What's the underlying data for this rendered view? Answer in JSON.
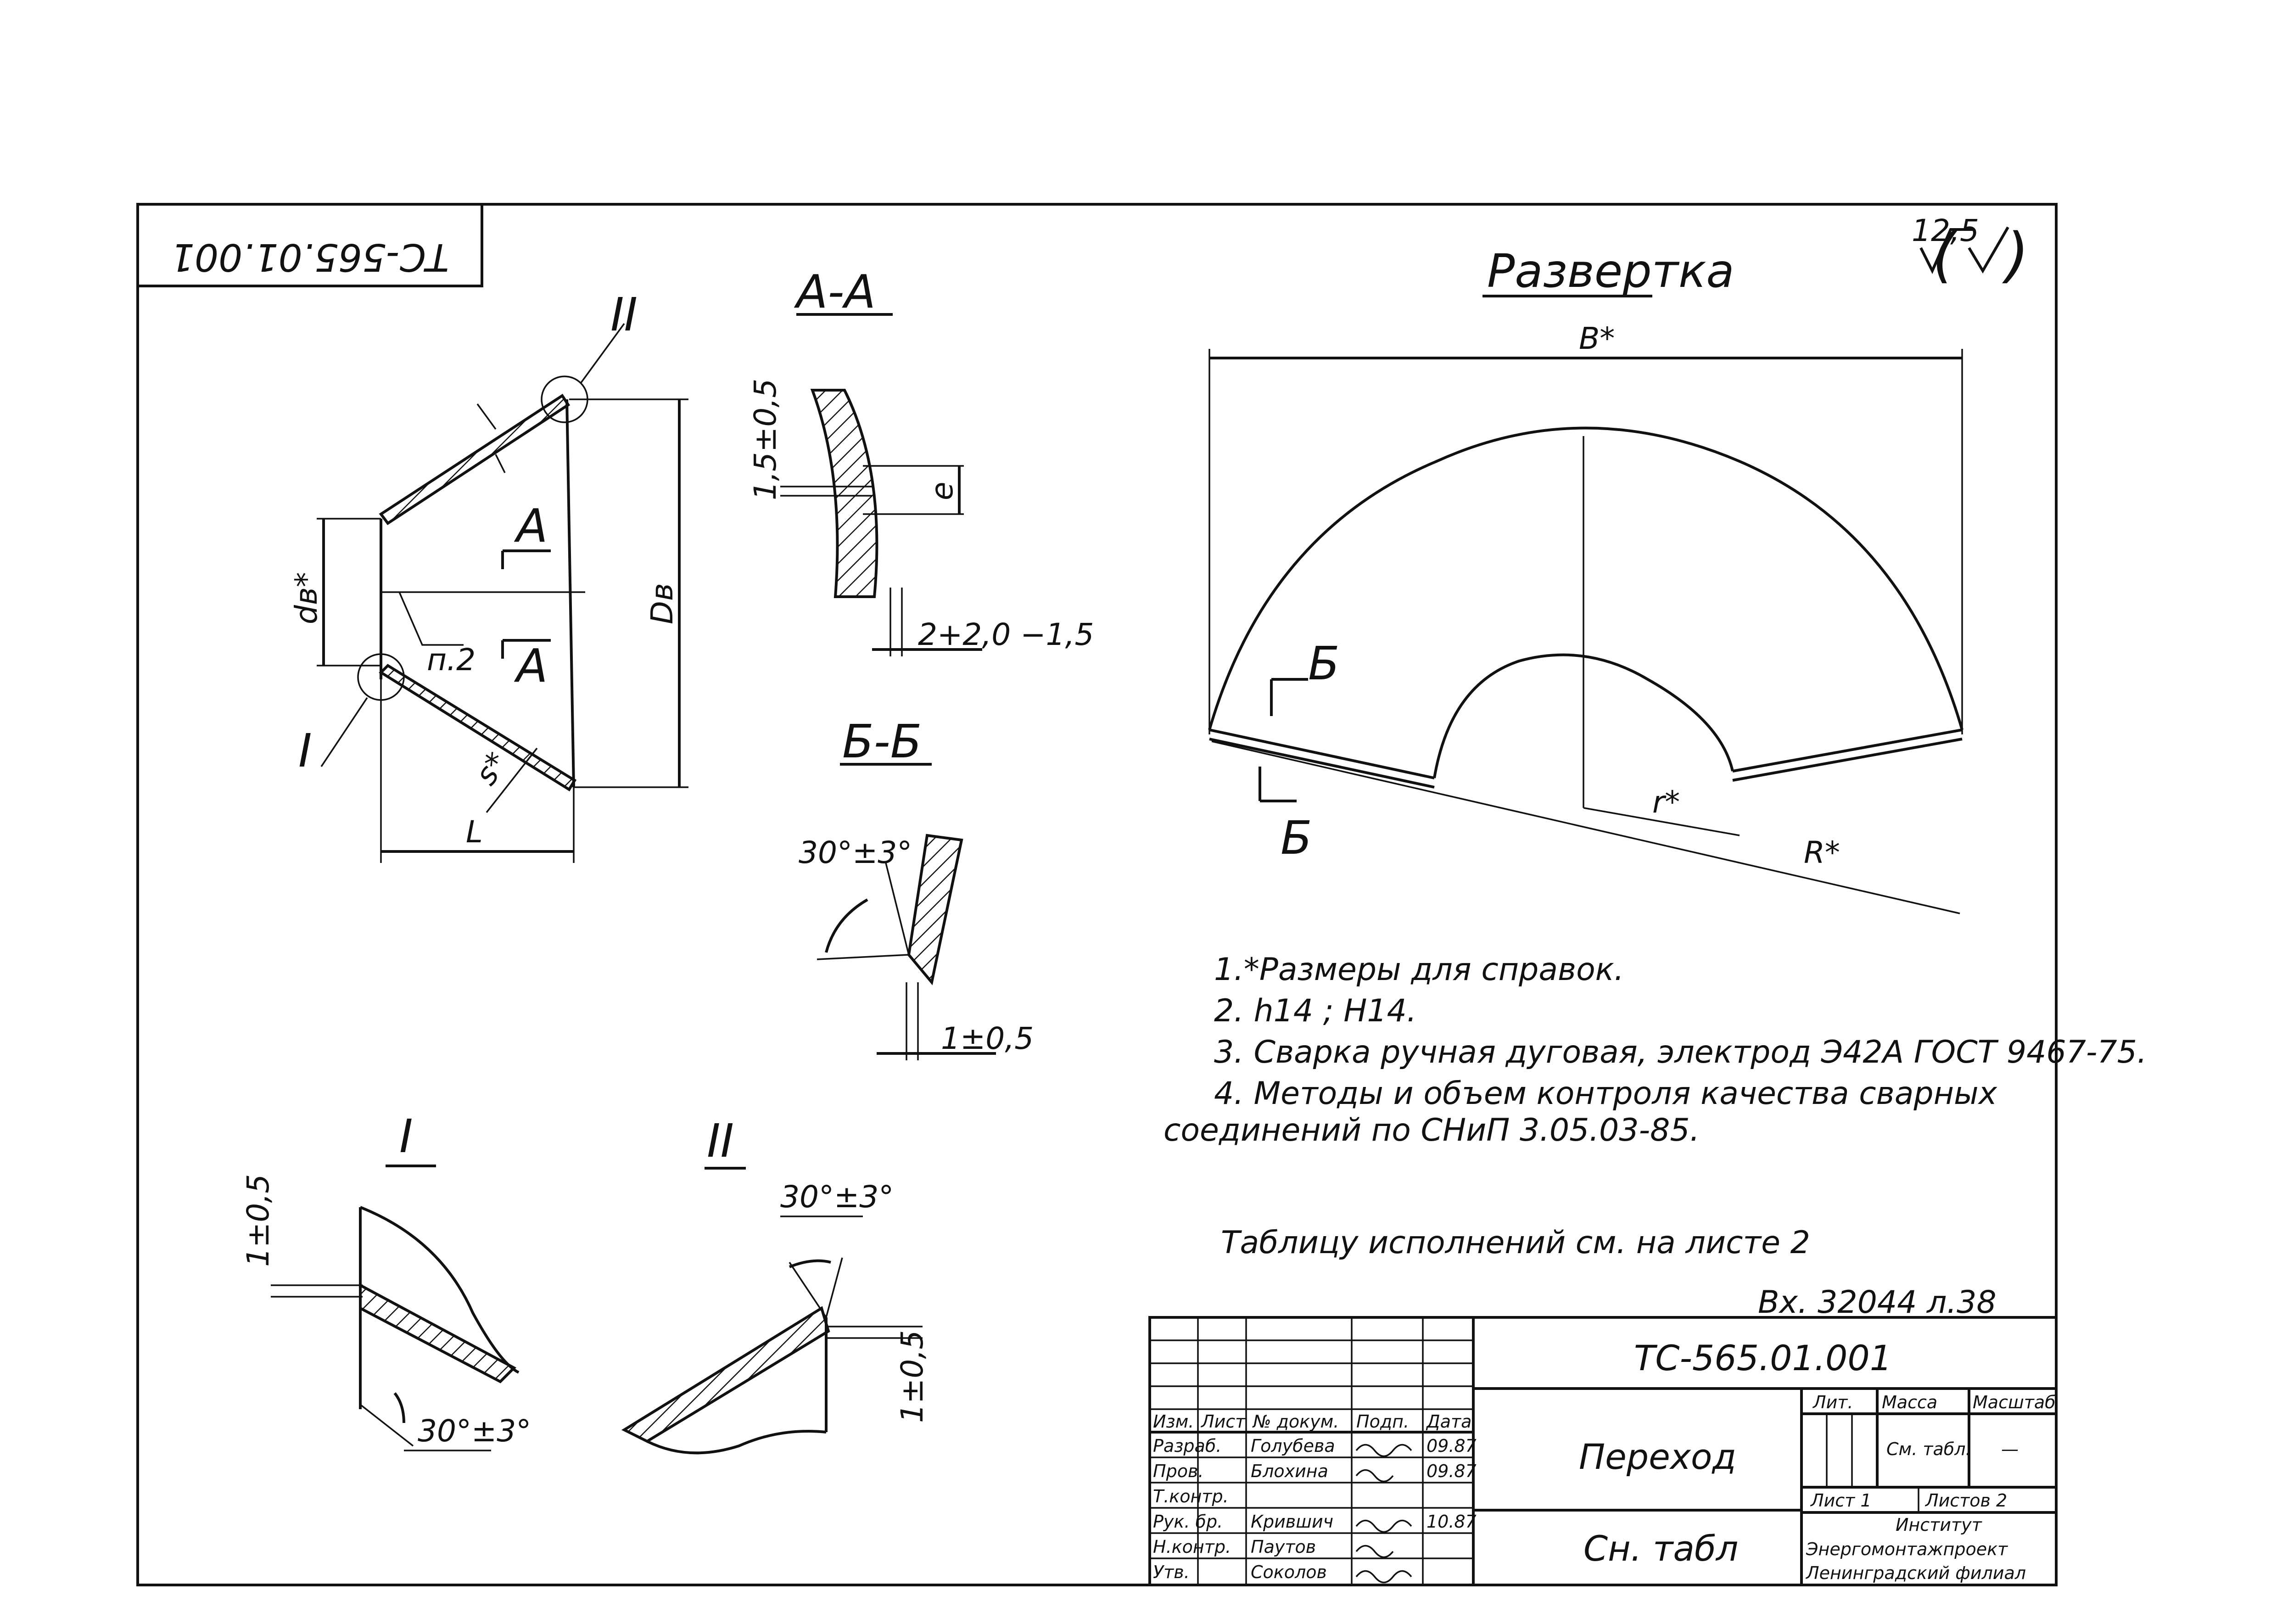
{
  "stamp": {
    "code_mirrored": "ТС-565.01.001"
  },
  "roughness": {
    "value": "12,5"
  },
  "views": {
    "section_aa": "А-А",
    "section_bb": "Б-Б",
    "detail_1": "I",
    "detail_2": "II",
    "unfold": "Развертка",
    "cut_a": "А",
    "cut_b": "Б"
  },
  "dims": {
    "dv": "dв*",
    "Dv": "Dв",
    "L": "L",
    "s": "s*",
    "p2": "п.2",
    "aa_t": "1,5±0,5",
    "aa_e": "e",
    "aa_gap": "2+2,0 −1,5",
    "bb_angle": "30°±3°",
    "bb_gap": "1±0,5",
    "d1_t": "1±0,5",
    "d1_angle": "30°±3°",
    "d2_angle": "30°±3°",
    "d2_t": "1±0,5",
    "unfold_B": "B*",
    "unfold_r": "r*",
    "unfold_R": "R*"
  },
  "notes": [
    "1.*Размеры для справок.",
    "2. h14 ; H14.",
    "3. Сварка ручная дуговая, электрод Э42А ГОСТ 9467-75.",
    "4. Методы и объем контроля качества сварных",
    "соединений по СНиП 3.05.03-85."
  ],
  "table_ref": "Таблицу исполнений см. на листе 2",
  "inventory": "Вх. 32044 л.38",
  "title_block": {
    "code": "ТС-565.01.001",
    "name": "Переход",
    "material": "Сн. табл",
    "headers": [
      "Изм.",
      "Лист",
      "№ докум.",
      "Подп.",
      "Дата"
    ],
    "rows": [
      {
        "role": "Разраб.",
        "name": "Голубева",
        "date": "09.87"
      },
      {
        "role": "Пров.",
        "name": "Блохина",
        "date": "09.87"
      },
      {
        "role": "Т.контр.",
        "name": "",
        "date": ""
      },
      {
        "role": "Рук. бр.",
        "name": "Крившич",
        "date": "10.87"
      },
      {
        "role": "Н.контр.",
        "name": "Паутов",
        "date": ""
      },
      {
        "role": "Утв.",
        "name": "Соколов",
        "date": ""
      }
    ],
    "lit": "Лит.",
    "mass": "Масса",
    "scale": "Масштаб",
    "mass_value": "См. табл.",
    "scale_value": "—",
    "sheet": "Лист 1",
    "sheets": "Листов 2",
    "org_1": "Институт",
    "org_2": "Энергомонтажпроект",
    "org_3": "Ленинградский филиал"
  }
}
